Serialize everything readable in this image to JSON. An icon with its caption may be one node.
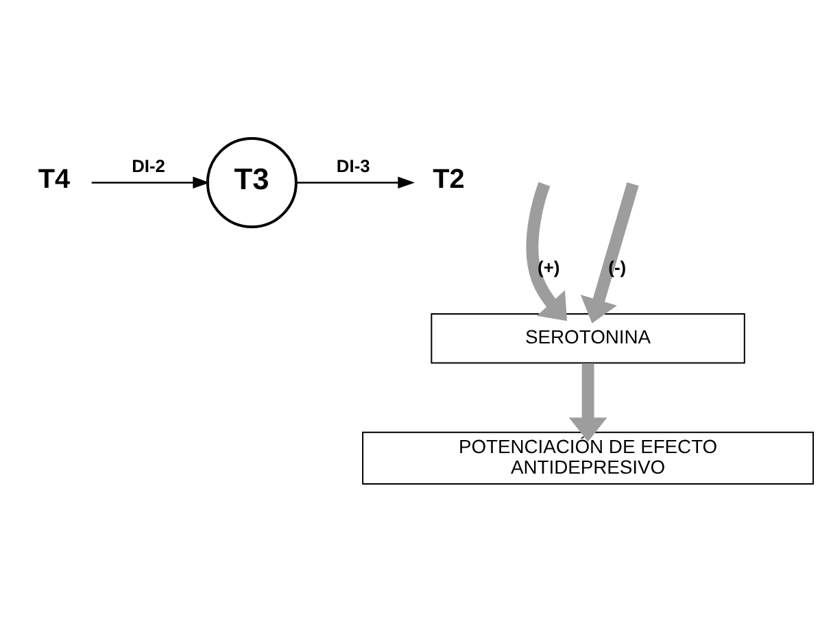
{
  "diagram": {
    "nodes": [
      {
        "text": [
          "T4"
        ]
      },
      {
        "text": [
          "T3"
        ]
      },
      {
        "text": [
          "T2"
        ]
      },
      {
        "text": [
          "SEROTONINA"
        ]
      },
      {
        "text": [
          "POTENCIACIÓN DE EFECTO ANTIDEPRESIVO"
        ]
      }
    ],
    "edges": [
      {
        "from": 0,
        "to": 1,
        "arrow": "to",
        "label": "DI-2",
        "color": "#000000"
      },
      {
        "from": 1,
        "to": 2,
        "arrow": "to",
        "label": "DI-3",
        "color": "#000000"
      },
      {
        "from": null,
        "to": 3,
        "arrow": "to",
        "label": "(+)"
      },
      {
        "from": null,
        "to": 3,
        "arrow": "to",
        "label": "(-)"
      },
      {
        "from": 3,
        "to": 4,
        "arrow": "to"
      }
    ]
  }
}
